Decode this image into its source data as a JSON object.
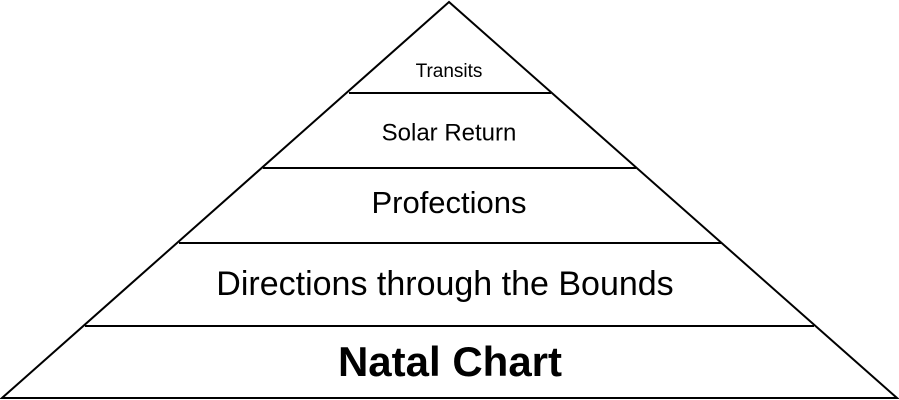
{
  "pyramid": {
    "levels": [
      {
        "label": "Transits"
      },
      {
        "label": "Solar Return"
      },
      {
        "label": "Profections"
      },
      {
        "label": "Directions through the Bounds"
      },
      {
        "label": "Natal Chart"
      }
    ]
  },
  "colors": {
    "stroke": "#000000",
    "fill": "#ffffff",
    "text": "#000000"
  }
}
